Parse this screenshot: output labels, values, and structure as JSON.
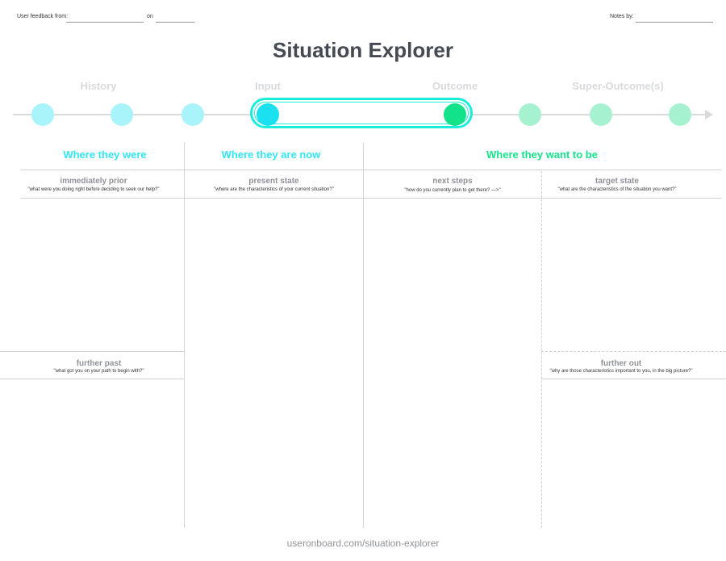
{
  "header": {
    "feedback_label": "User feedback from:",
    "on_label": "on",
    "notes_label": "Notes by:"
  },
  "title": "Situation Explorer",
  "timeline": {
    "phases": [
      "History",
      "Input",
      "Outcome",
      "Super-Outcome(s)"
    ],
    "colors": {
      "history": "#a9f3fa",
      "input": "#1be0ef",
      "outcome": "#12e38a",
      "super_outcome": "#a6f2d0"
    }
  },
  "columns": {
    "were": "Where they were",
    "now": "Where they are now",
    "want": "Where they want to be"
  },
  "sections": {
    "immediately_prior": {
      "title": "immediately prior",
      "prompt": "\"what were you doing right before deciding to seek our help?\""
    },
    "present_state": {
      "title": "present state",
      "prompt": "\"where are the characteristics of your current situation?\""
    },
    "next_steps": {
      "title": "next steps",
      "prompt": "\"how do you currently plan to get there? —>\""
    },
    "target_state": {
      "title": "target state",
      "prompt": "\"what are the characteristics of the situation you want?\""
    },
    "further_past": {
      "title": "further past",
      "prompt": "\"what got you on your path to begin with?\""
    },
    "further_out": {
      "title": "further out",
      "prompt": "\"why are those characteristics important to you, in the big picture?\""
    }
  },
  "footer": "useronboard.com/situation-explorer"
}
